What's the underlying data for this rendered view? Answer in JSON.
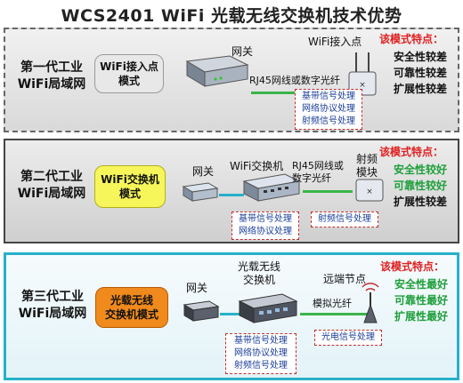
{
  "title": "WCS2401  WiFi 光载无线交换机技术优势",
  "colors": {
    "red": "#e02020",
    "green": "#1e9e3a",
    "black": "#111111",
    "cyan": "#27b1c9",
    "blue": "#1a3d9a"
  },
  "gen1": {
    "label": "第一代工业\nWiFi局域网",
    "mode": "WiFi接入点\n模式",
    "gateway": "网关",
    "ap": "WiFi接入点",
    "link": "RJ45网线或数字光纤",
    "box": [
      "基带信号处理",
      "网络协议处理",
      "射频信号处理"
    ],
    "feat_title": "该模式特点：",
    "feat": [
      "安全性较差",
      "可靠性较差",
      "扩展性较差"
    ]
  },
  "gen2": {
    "label": "第二代工业\nWiFi局域网",
    "mode": "WiFi交换机\n模式",
    "gateway": "网关",
    "switch": "WiFi交换机",
    "link": "RJ45网线或\n数字光纤",
    "rf": "射频\n模块",
    "box1": [
      "基带信号处理",
      "网络协议处理"
    ],
    "box2": [
      "射频信号处理"
    ],
    "feat_title": "该模式特点：",
    "feat": [
      "安全性较好",
      "可靠性较好",
      "扩展性较差"
    ]
  },
  "gen3": {
    "label": "第三代工业\nWiFi局域网",
    "mode": "光载无线\n交换机模式",
    "gateway": "网关",
    "switch": "光载无线\n交换机",
    "link": "模拟光纤",
    "node": "远端节点",
    "box1": [
      "基带信号处理",
      "网络协议处理",
      "射频信号处理"
    ],
    "box2": [
      "光电信号处理"
    ],
    "feat_title": "该模式特点：",
    "feat": [
      "安全性最好",
      "可靠性最好",
      "扩展性最好"
    ]
  }
}
